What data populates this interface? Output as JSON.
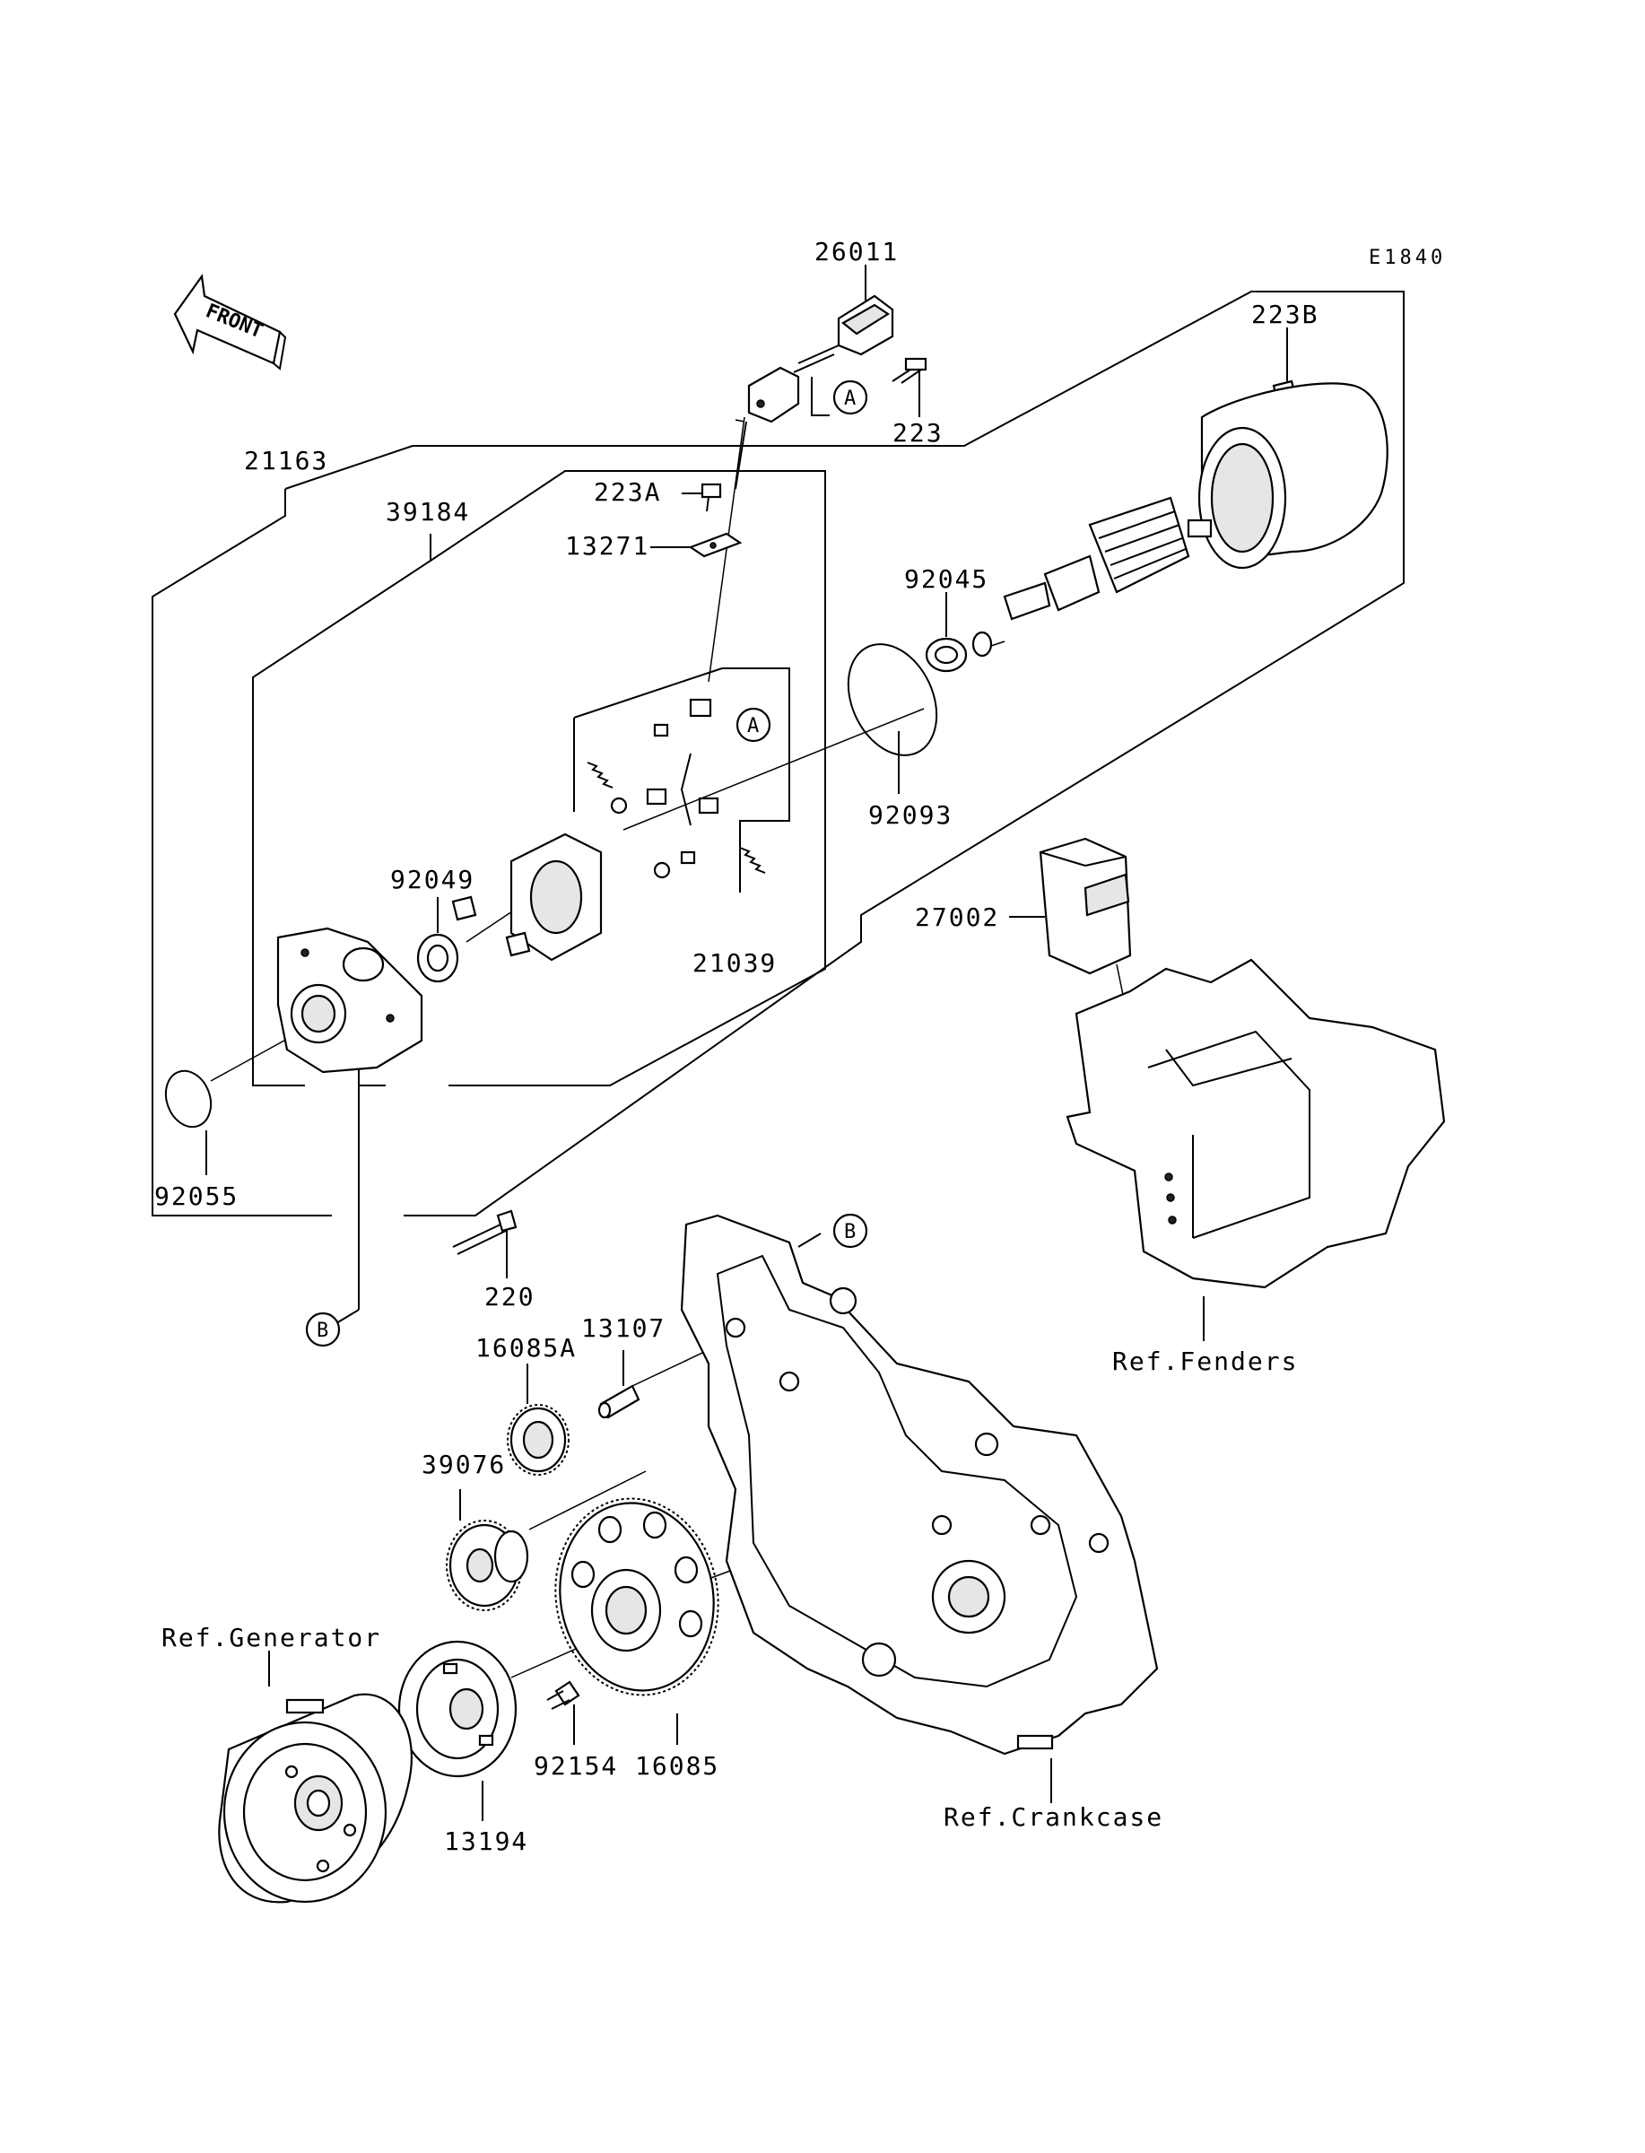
{
  "diagram_code": "E1840",
  "front_label": "FRONT",
  "callouts": {
    "A": "A",
    "B": "B"
  },
  "parts": {
    "p26011": "26011",
    "p223B": "223B",
    "p223": "223",
    "p21163": "21163",
    "p223A": "223A",
    "p39184": "39184",
    "p13271": "13271",
    "p92045": "92045",
    "p92093": "92093",
    "p92049": "92049",
    "p27002": "27002",
    "p21039": "21039",
    "p92055": "92055",
    "p220": "220",
    "p13107": "13107",
    "p16085A": "16085A",
    "p39076": "39076",
    "p92154": "92154",
    "p16085": "16085",
    "p13194": "13194"
  },
  "refs": {
    "fenders": "Ref.Fenders",
    "generator": "Ref.Generator",
    "crankcase": "Ref.Crankcase"
  }
}
